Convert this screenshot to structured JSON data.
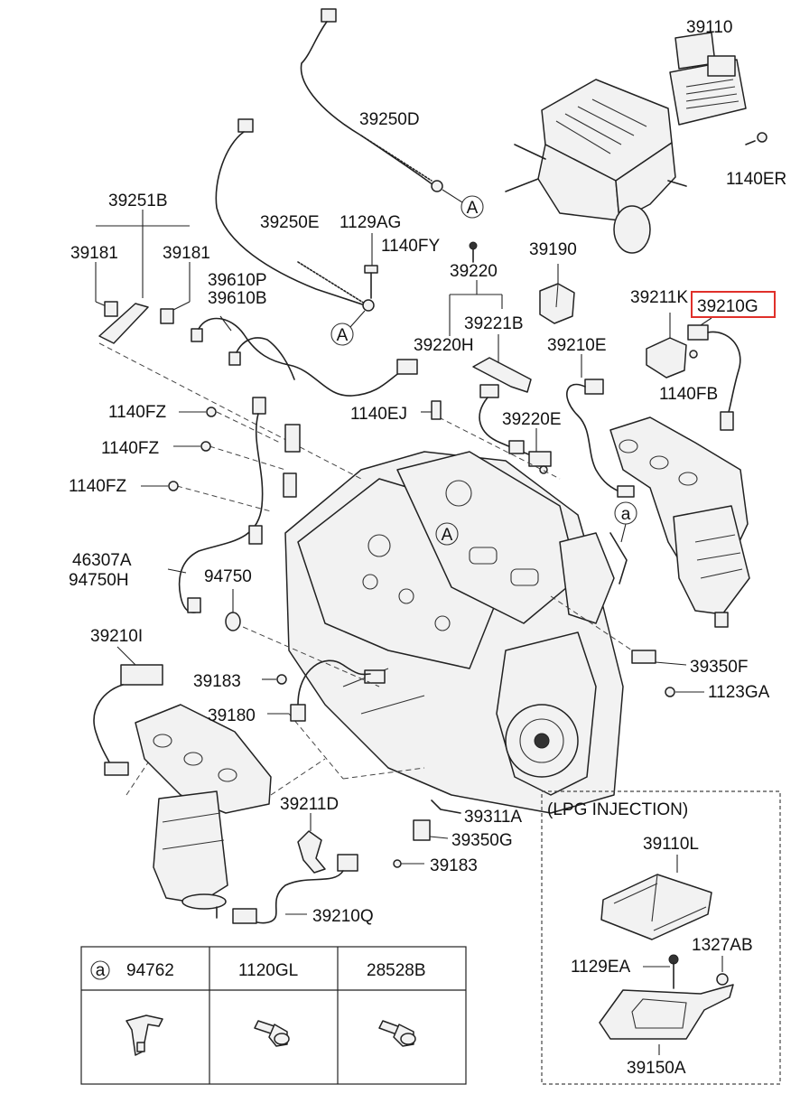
{
  "callouts": {
    "ref_a_upper": "A",
    "ref_a_lower": "A",
    "ref_a_engine": "A",
    "ref_small_a": "a",
    "table_a": "a"
  },
  "parts": [
    {
      "id": "p39110",
      "label": "39110"
    },
    {
      "id": "p1140ER",
      "label": "1140ER"
    },
    {
      "id": "p39250D",
      "label": "39250D"
    },
    {
      "id": "p39251B",
      "label": "39251B"
    },
    {
      "id": "p39181L",
      "label": "39181"
    },
    {
      "id": "p39181R",
      "label": "39181"
    },
    {
      "id": "p39250E",
      "label": "39250E"
    },
    {
      "id": "p1129AG",
      "label": "1129AG"
    },
    {
      "id": "p1140FY",
      "label": "1140FY"
    },
    {
      "id": "p39190",
      "label": "39190"
    },
    {
      "id": "p39220",
      "label": "39220"
    },
    {
      "id": "p39610P",
      "label": "39610P"
    },
    {
      "id": "p39610B",
      "label": "39610B"
    },
    {
      "id": "p39211K",
      "label": "39211K"
    },
    {
      "id": "p39210G",
      "label": "39210G"
    },
    {
      "id": "p39221B",
      "label": "39221B"
    },
    {
      "id": "p39220H",
      "label": "39220H"
    },
    {
      "id": "p39210E",
      "label": "39210E"
    },
    {
      "id": "p1140FB",
      "label": "1140FB"
    },
    {
      "id": "p1140FZa",
      "label": "1140FZ"
    },
    {
      "id": "p1140EJ",
      "label": "1140EJ"
    },
    {
      "id": "p39220E",
      "label": "39220E"
    },
    {
      "id": "p1140FZb",
      "label": "1140FZ"
    },
    {
      "id": "p1140FZc",
      "label": "1140FZ"
    },
    {
      "id": "p46307A",
      "label": "46307A"
    },
    {
      "id": "p94750H",
      "label": "94750H"
    },
    {
      "id": "p94750",
      "label": "94750"
    },
    {
      "id": "p39210I",
      "label": "39210I"
    },
    {
      "id": "p39350F",
      "label": "39350F"
    },
    {
      "id": "p39183a",
      "label": "39183"
    },
    {
      "id": "p1123GA",
      "label": "1123GA"
    },
    {
      "id": "p39180",
      "label": "39180"
    },
    {
      "id": "p39211D",
      "label": "39211D"
    },
    {
      "id": "p39311A",
      "label": "39311A"
    },
    {
      "id": "p39350G",
      "label": "39350G"
    },
    {
      "id": "p39183b",
      "label": "39183"
    },
    {
      "id": "p39210Q",
      "label": "39210Q"
    }
  ],
  "highlighted_part": "39210G",
  "highlight_color": "#e0302a",
  "lpg_box": {
    "title": "(LPG INJECTION)",
    "parts": [
      "39110L",
      "1129EA",
      "1327AB",
      "39150A"
    ]
  },
  "table": {
    "headers": [
      "94762",
      "1120GL",
      "28528B"
    ]
  }
}
